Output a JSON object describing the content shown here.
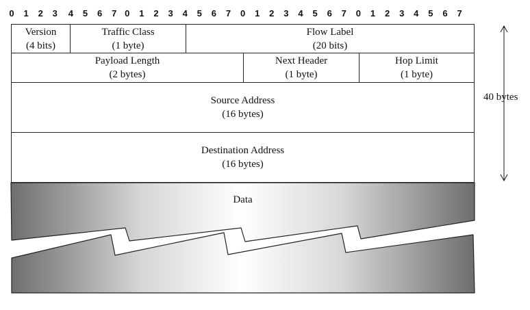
{
  "bit_labels": [
    "0",
    "1",
    "2",
    "3",
    "4",
    "5",
    "6",
    "7",
    "0",
    "1",
    "2",
    "3",
    "4",
    "5",
    "6",
    "7",
    "0",
    "1",
    "2",
    "3",
    "4",
    "5",
    "6",
    "7",
    "0",
    "1",
    "2",
    "3",
    "4",
    "5",
    "6",
    "7"
  ],
  "header": {
    "version": {
      "name": "Version",
      "size": "(4 bits)"
    },
    "traffic_class": {
      "name": "Traffic Class",
      "size": "(1 byte)"
    },
    "flow_label": {
      "name": "Flow Label",
      "size": "(20 bits)"
    },
    "payload_length": {
      "name": "Payload Length",
      "size": "(2 bytes)"
    },
    "next_header": {
      "name": "Next Header",
      "size": "(1 byte)"
    },
    "hop_limit": {
      "name": "Hop Limit",
      "size": "(1 byte)"
    },
    "source_address": {
      "name": "Source Address",
      "size": "(16 bytes)"
    },
    "destination_address": {
      "name": "Destination Address",
      "size": "(16 bytes)"
    }
  },
  "data_label": "Data",
  "header_size_label": "40 bytes",
  "colors": {
    "line": "#222222",
    "data_dark": "#6e6e6e",
    "data_light": "#ffffff"
  }
}
